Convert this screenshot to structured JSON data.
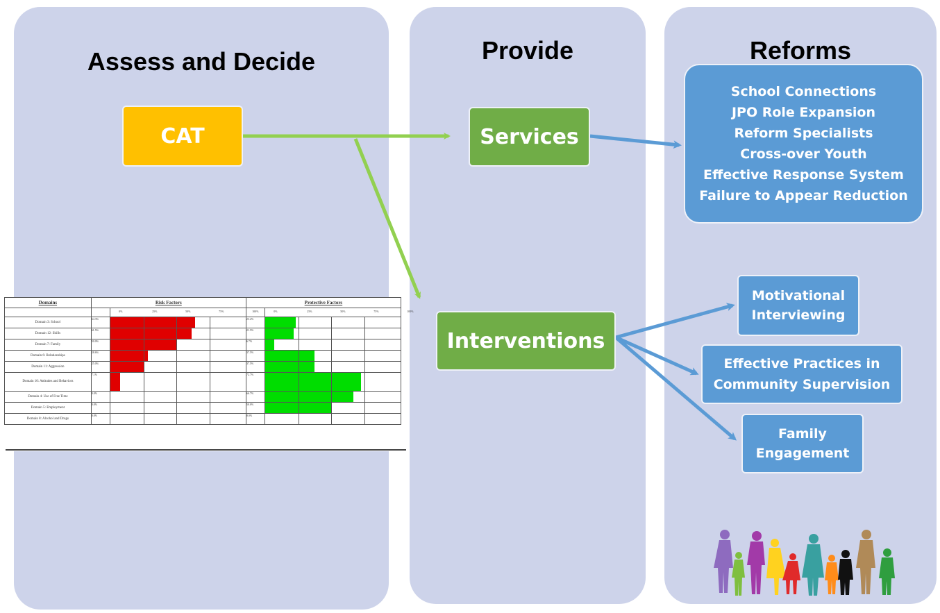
{
  "panels": {
    "assess": {
      "title": "Assess and Decide"
    },
    "provide": {
      "title": "Provide"
    },
    "reforms": {
      "title": "Reforms"
    }
  },
  "nodes": {
    "cat": "CAT",
    "services": "Services",
    "interventions": "Interventions",
    "reform_items": [
      "School Connections",
      "JPO Role Expansion",
      "Reform Specialists",
      "Cross-over Youth",
      "Effective Response System",
      "Failure to Appear Reduction"
    ],
    "motivational_interviewing": [
      "Motivational",
      "Interviewing"
    ],
    "effective_practices": [
      "Effective Practices in",
      "Community Supervision"
    ],
    "family_engagement": [
      "Family",
      "Engagement"
    ]
  },
  "cat_table": {
    "headers": {
      "domains": "Domains",
      "risk": "Risk Factors",
      "protective": "Protective Factors"
    },
    "scale": [
      "0%",
      "25%",
      "50%",
      "75%",
      "100%"
    ],
    "rows": [
      {
        "domain": "Domain 3:  School",
        "risk_label": "64.3%",
        "risk": 64.3,
        "prot_label": "23.2%",
        "prot": 23.2
      },
      {
        "domain": "Domain 12:  Skills",
        "risk_label": "61.5%",
        "risk": 61.5,
        "prot_label": "21.5%",
        "prot": 21.5
      },
      {
        "domain": "Domain 7:  Family",
        "risk_label": "50.0%",
        "risk": 50.0,
        "prot_label": "6.7%",
        "prot": 6.7
      },
      {
        "domain": "Domain 6:  Relationships",
        "risk_label": "28.6%",
        "risk": 28.6,
        "prot_label": "37.5%",
        "prot": 37.5
      },
      {
        "domain": "Domain 11:  Aggression",
        "risk_label": "25.0%",
        "risk": 25.0,
        "prot_label": "37.5%",
        "prot": 37.5
      },
      {
        "domain": "Domain 10:  Attitudes and Behaviors",
        "risk_label": "7.1%",
        "risk": 7.1,
        "prot_label": "72.7%",
        "prot": 72.7
      },
      {
        "domain": "Domain 4:  Use of Free Time",
        "risk_label": "0.0%",
        "risk": 0.0,
        "prot_label": "66.7%",
        "prot": 66.7
      },
      {
        "domain": "Domain 5:  Employment",
        "risk_label": "0.0%",
        "risk": 0.0,
        "prot_label": "50.0%",
        "prot": 50.0
      },
      {
        "domain": "Domain 8:  Alcohol and Drugs",
        "risk_label": "0.0%",
        "risk": 0.0,
        "prot_label": "0.0%",
        "prot": 0.0
      }
    ]
  },
  "colors": {
    "panel": "#cdd3ea",
    "cat": "#ffc000",
    "green": "#70ad47",
    "blue": "#5b9bd5",
    "arrow_green": "#92d050",
    "arrow_blue": "#5b9bd5",
    "risk_bar": "#e00000",
    "prot_bar": "#00dd00"
  }
}
